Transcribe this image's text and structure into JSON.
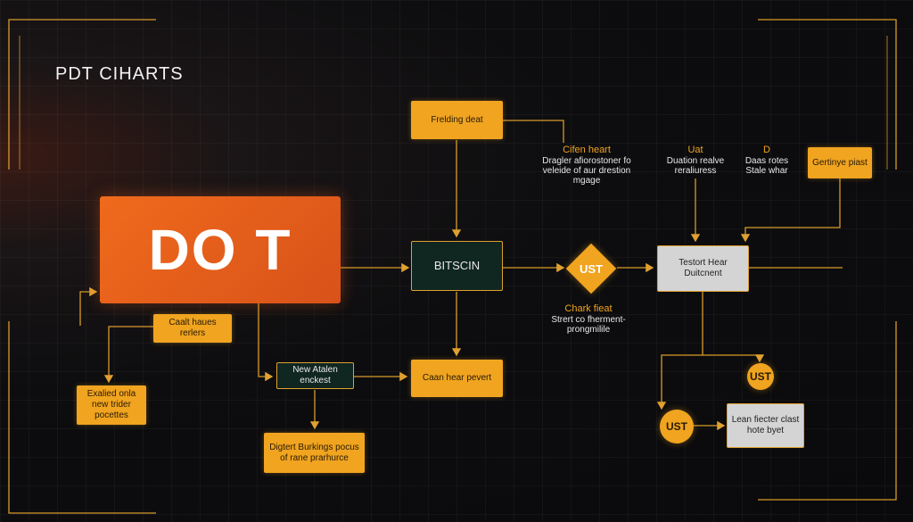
{
  "title": "PDT CIHARTS",
  "main_block": "DO T",
  "nodes": {
    "fielding_deal": "Frelding deat",
    "bitscin": "BITSCIN",
    "ust_diamond": "UST",
    "testort_hear": "Testort Hear Duitcnent",
    "getinye_piast": "Gertinye piast",
    "caalt_haues": "Caalt haues rerlers",
    "exalied_onla": "Exalied onla new trider pocettes",
    "new_atalen": "New Atalen enckest",
    "caan_hear": "Caan hear pevert",
    "digtert_burkings": "Digtert Burkings pocus of rane prarhurce",
    "ust_circle_right": "UST",
    "ust_circle_left": "UST",
    "lean_fecter": "Lean fiecter clast hote byet"
  },
  "notes": {
    "cifen_heart": {
      "heading": "Cifen heart",
      "body": "Dragler afiorostoner fo veleide of aur drestion mgage"
    },
    "uat": {
      "heading": "Uat",
      "body": "Duation realve reraliuress"
    },
    "d_note": {
      "heading": "D",
      "body": "Daas rotes Stale whar"
    },
    "chark_fieat": {
      "heading": "Chark fieat",
      "body": "Strert co fherment- prongmilile"
    }
  },
  "colors": {
    "accent": "#f0a41f",
    "main_block": "#e85f1b",
    "dark_node": "#102621",
    "grey_node": "#d4d4d4",
    "background": "#0b0b0d"
  }
}
